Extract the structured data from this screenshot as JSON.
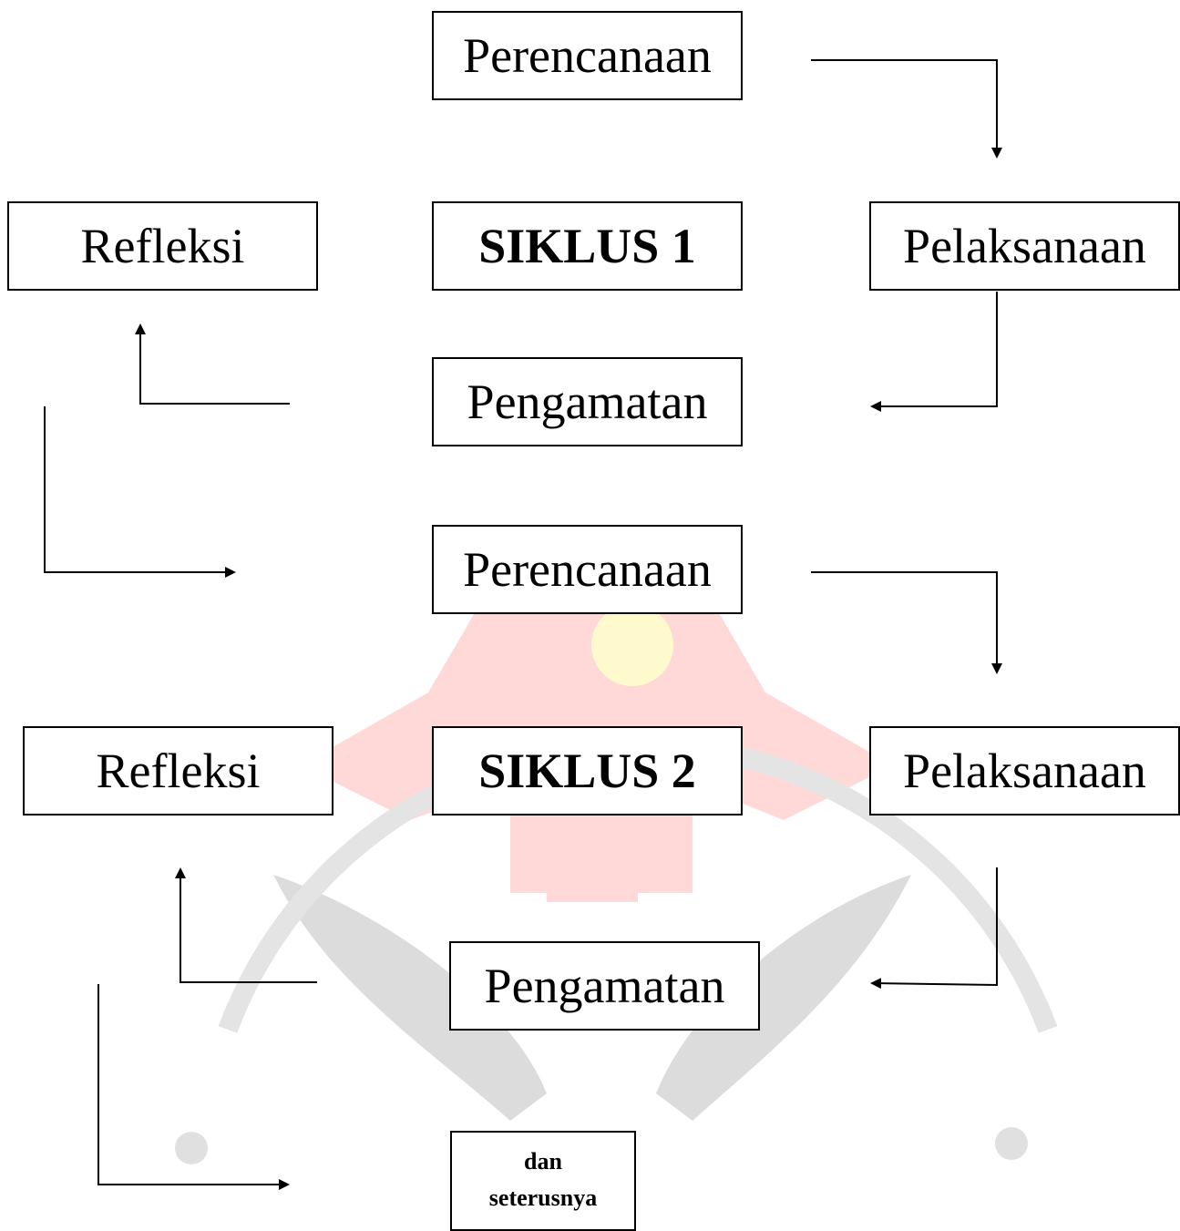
{
  "cycle1": {
    "planning": "Perencanaan",
    "reflection": "Refleksi",
    "title": "SIKLUS 1",
    "action": "Pelaksanaan",
    "observation": "Pengamatan"
  },
  "cycle2": {
    "planning": "Perencanaan",
    "reflection": "Refleksi",
    "title": "SIKLUS 2",
    "action": "Pelaksanaan",
    "observation": "Pengamatan"
  },
  "continuation": {
    "line1": "dan",
    "line2": "seterusnya"
  },
  "colors": {
    "stroke": "#000000",
    "watermark_gray": "#d9d9d9",
    "watermark_red": "#ffd6d6",
    "watermark_yellow": "#fffbd1"
  }
}
